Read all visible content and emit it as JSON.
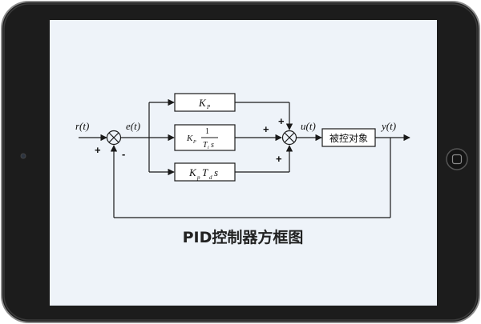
{
  "diagram": {
    "signals": {
      "reference": "r(t)",
      "error": "e(t)",
      "control": "u(t)",
      "output": "y(t)"
    },
    "blocks": {
      "proportional": {
        "gain": "K",
        "gain_sub": "P"
      },
      "integral": {
        "gain": "K",
        "gain_sub": "P",
        "numerator": "1",
        "den_T": "T",
        "den_T_sub": "i",
        "den_s": "s"
      },
      "derivative": {
        "gain": "K",
        "gain_sub": "p",
        "T": "T",
        "T_sub": "d",
        "s": "s"
      },
      "plant": "被控对象"
    },
    "signs": {
      "input_plus": "+",
      "feedback_minus": "-",
      "sum_top": "+",
      "sum_left": "+",
      "sum_bottom": "+"
    },
    "caption": "PID控制器方框图"
  },
  "colors": {
    "screen_bg": "#eef3f9",
    "bezel": "#1c1c1c",
    "line": "#1a1a1a"
  },
  "icons": {
    "home_button": "home-button-icon",
    "camera": "camera-icon"
  }
}
